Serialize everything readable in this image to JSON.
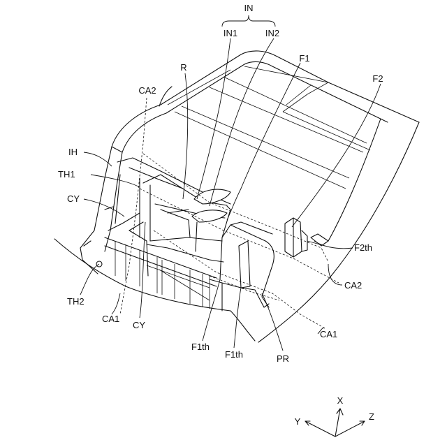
{
  "labels": {
    "IN": "IN",
    "IN1": "IN1",
    "IN2": "IN2",
    "F1": "F1",
    "F2": "F2",
    "R": "R",
    "CA2_top": "CA2",
    "IH": "IH",
    "TH1": "TH1",
    "CY_left": "CY",
    "F2th": "F2th",
    "CA2_right": "CA2",
    "CA1_right": "CA1",
    "TH2": "TH2",
    "CA1_bottom": "CA1",
    "CY_bottom": "CY",
    "F1th_left": "F1th",
    "F1th_right": "F1th",
    "PR": "PR"
  },
  "axes": {
    "x": "X",
    "y": "Y",
    "z": "Z"
  }
}
